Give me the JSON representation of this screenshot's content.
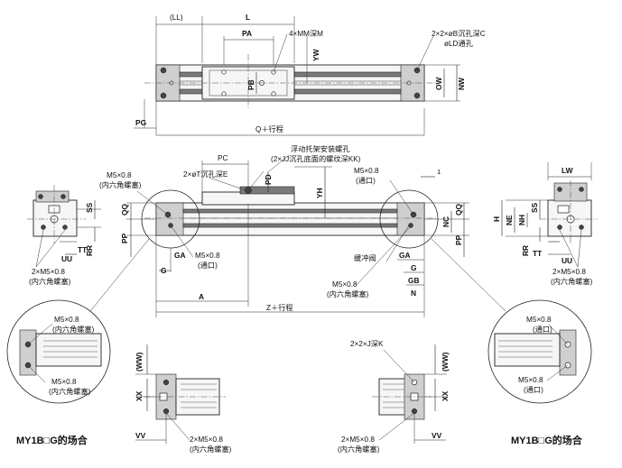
{
  "labels": {
    "LL": "(LL)",
    "L": "L",
    "PA": "PA",
    "MM": "4×MM深M",
    "YW": "YW",
    "PB": "PB",
    "OW": "OW",
    "NW": "NW",
    "B_holes": "2×2×øB沉孔深C",
    "LD_holes": "øLD通孔",
    "PG": "PG",
    "Q_stroke": "Q＋行程",
    "PC": "PC",
    "PD": "PD",
    "T_holes": "2×øT沉孔深E",
    "float_title": "浮动托架安装螺孔",
    "float_sub": "(2×JJ沉孔底面的螺纹深KK)",
    "M5_left": "M5×0.8",
    "hex_plug_left": "(内六角螺塞)",
    "M5_port_right": "M5×0.8",
    "port_right": "(通口)",
    "dim_1": "1",
    "YH": "YH",
    "LW": "LW",
    "SS": "SS",
    "QQ": "QQ",
    "PP": "PP",
    "RR": "RR",
    "TT": "TT",
    "UU": "UU",
    "H": "H",
    "NE": "NE",
    "NH": "NH",
    "NC": "NC",
    "GA": "GA",
    "G": "G",
    "GB": "GB",
    "N": "N",
    "A": "A",
    "Z_stroke": "Z＋行程",
    "M5_mid": "M5×0.8",
    "port_mid": "(通口)",
    "cushion": "缓冲阀",
    "M5_cushion": "M5×0.8",
    "hex_cushion": "(内六角螺塞)",
    "M5_2x_left": "2×M5×0.8",
    "hex_2x_left": "(内六角螺塞)",
    "M5_2x_right": "2×M5×0.8",
    "hex_2x_right": "(内六角螺塞)",
    "det_left_M5_top": "M5×0.8",
    "det_left_hex_top": "(内六角螺塞)",
    "det_left_M5_bot": "M5×0.8",
    "det_left_hex_bot": "(内六角螺塞)",
    "det_right_M5_top": "M5×0.8",
    "det_right_port_top": "(通口)",
    "det_right_M5_bot": "M5×0.8",
    "det_right_port_bot": "(通口)",
    "WW": "(WW)",
    "XX": "XX",
    "VV": "VV",
    "J_holes": "2×2×J深K",
    "M5_bl": "2×M5×0.8",
    "hex_bl": "(内六角螺塞)",
    "M5_br": "2×M5×0.8",
    "hex_br": "(内六角螺塞)",
    "caption_left": "MY1B□G的场合",
    "caption_right": "MY1B□G的场合"
  }
}
